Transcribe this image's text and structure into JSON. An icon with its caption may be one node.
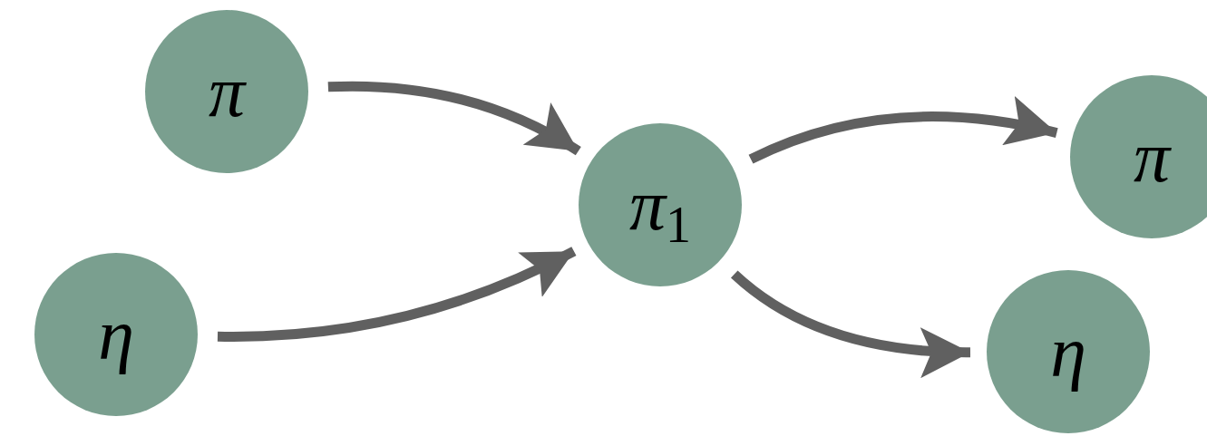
{
  "diagram": {
    "nodes": [
      {
        "text": [
          "π"
        ]
      },
      {
        "text": [
          "η"
        ]
      },
      {
        "text": [
          "π$_{1}$"
        ]
      },
      {
        "text": [
          "π"
        ]
      },
      {
        "text": [
          "η"
        ]
      }
    ],
    "edges": [
      {
        "from": 0,
        "to": 2,
        "arrow": "to"
      },
      {
        "from": 1,
        "to": 2,
        "arrow": "to"
      },
      {
        "from": 2,
        "to": 3,
        "arrow": "to"
      },
      {
        "from": 2,
        "to": 4,
        "arrow": "to"
      }
    ]
  }
}
